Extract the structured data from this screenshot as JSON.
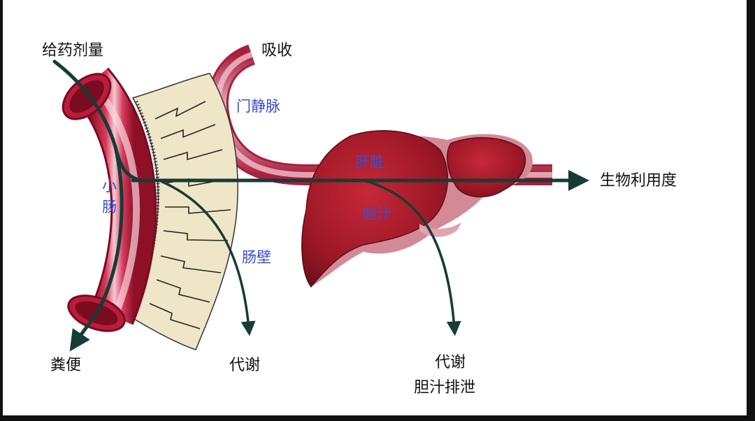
{
  "labels": {
    "dose": "给药剂量",
    "absorption": "吸收",
    "portal_vein": "门静脉",
    "liver": "肝脏",
    "bioavailability": "生物利用度",
    "small_intestine_1": "小",
    "small_intestine_2": "肠",
    "bile": "胆汁",
    "intestinal_wall": "肠壁",
    "feces": "粪便",
    "metabolism_wall": "代谢",
    "metabolism_liver": "代谢",
    "biliary_excretion": "胆汁排泄"
  },
  "colors": {
    "intestine": "#b81d3c",
    "vein": "#d0506a",
    "liver": "#9b1726",
    "wall": "#efe6c8",
    "arrow": "#163c36",
    "blue_text": "#3a4fd0"
  }
}
